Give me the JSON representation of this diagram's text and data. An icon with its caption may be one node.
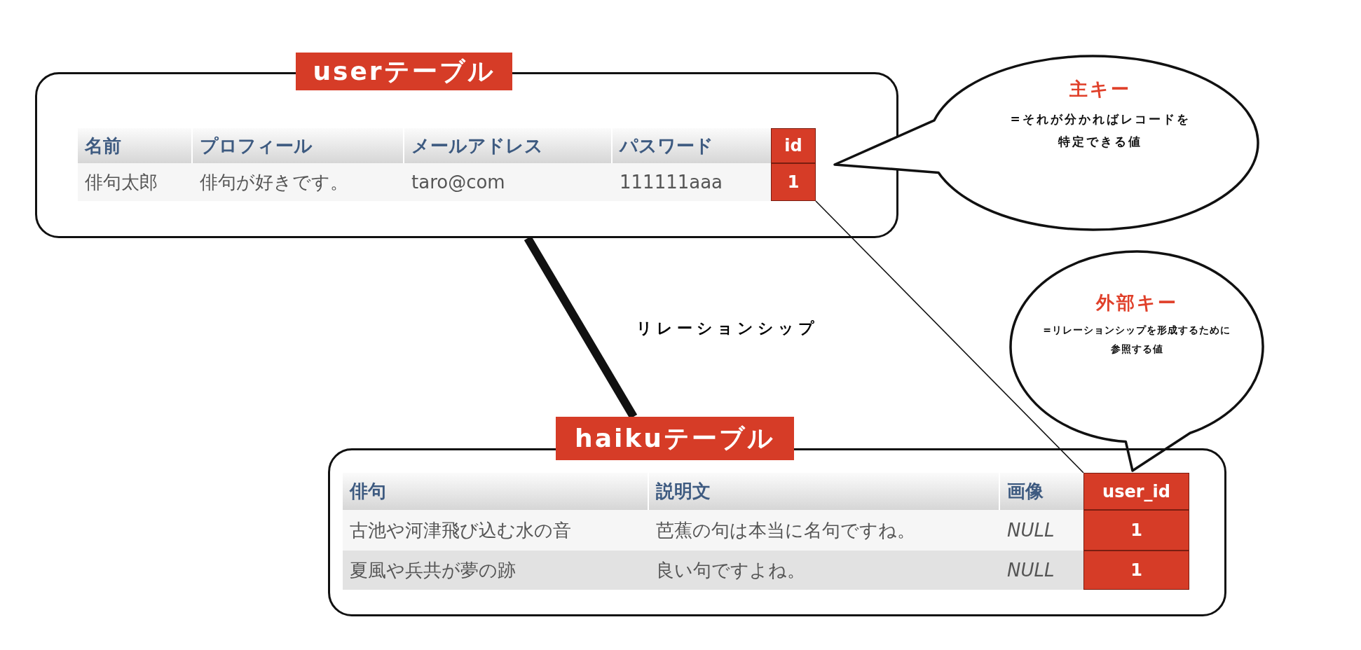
{
  "diagram": {
    "nodes": [
      {
        "text": [
          "userテーブル"
        ]
      },
      {
        "text": [
          "id",
          "1"
        ],
        "in": 0
      },
      {
        "text": [
          "主キー",
          "=それが分かればレコードを特定できる値"
        ]
      },
      {
        "text": [
          "外部キー",
          "=リレーションシップを形成するために参照する値"
        ]
      },
      {
        "text": [
          "haikuテーブル"
        ]
      },
      {
        "text": [
          "user_id",
          "1",
          "1"
        ],
        "in": 4
      }
    ],
    "edges": [
      {
        "from": 0,
        "to": 4,
        "arrow": "none",
        "style": "thick",
        "label": "リレーションシップ"
      },
      {
        "from": 1,
        "to": 5,
        "arrow": "none"
      }
    ],
    "labels": [
      "名前",
      "プロフィール",
      "メールアドレス",
      "パスワード",
      "俳句太郎",
      "俳句が好きです。",
      "taro@com",
      "111111aaa",
      "俳句",
      "説明文",
      "画像",
      "古池や河津飛び込む水の音",
      "芭蕉の句は本当に名句ですね。",
      "NULL",
      "夏風や兵共が夢の跡",
      "良い句ですよね。",
      "NULL"
    ]
  }
}
